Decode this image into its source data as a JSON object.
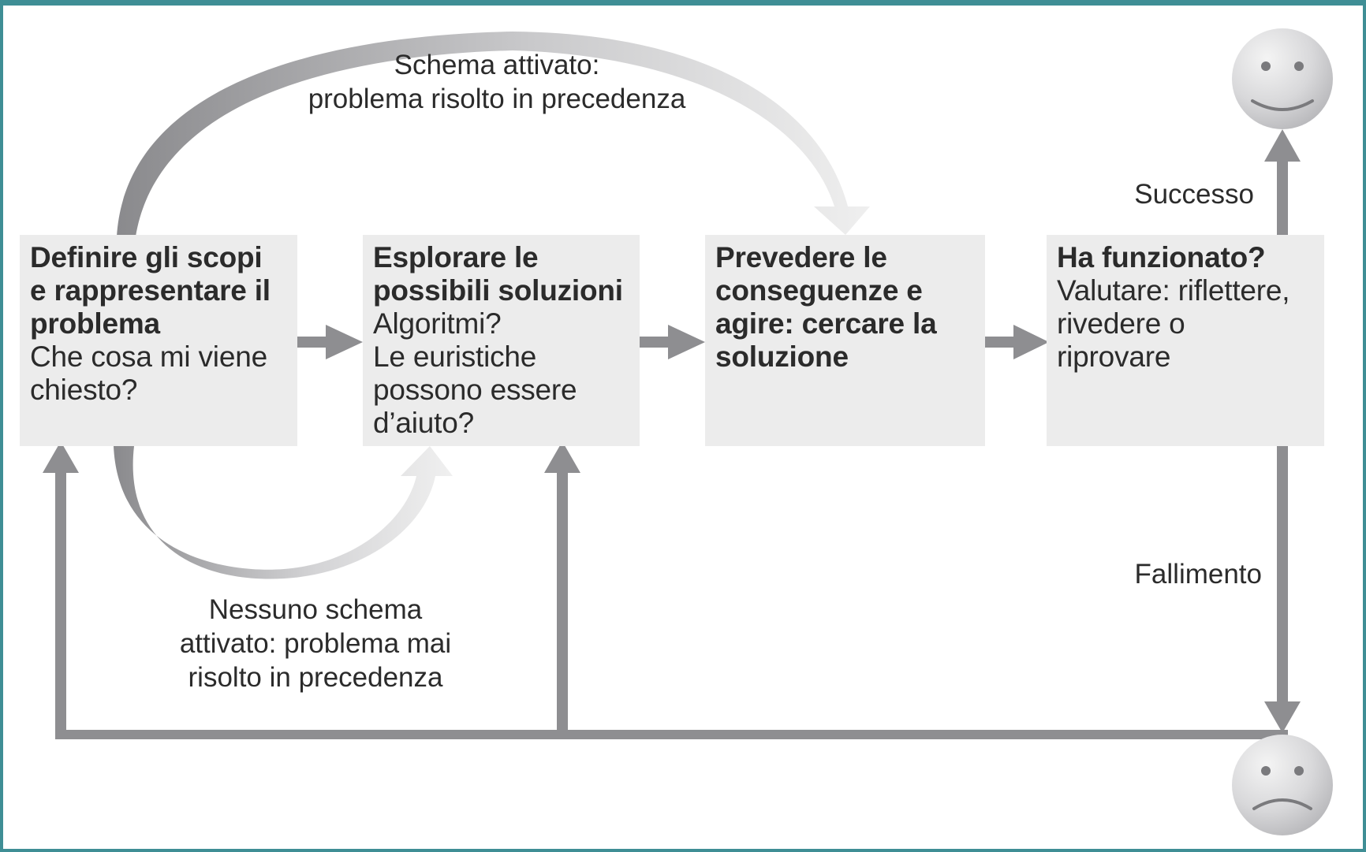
{
  "steps": [
    {
      "title": "Definire gli scopi\ne rappresentare il\nproblema",
      "body": "Che cosa mi viene\nchiesto?"
    },
    {
      "title": "Esplorare le\npossibili soluzioni",
      "body": "Algoritmi?\nLe euristiche\npossono essere\nd’aiuto?"
    },
    {
      "title": "Prevedere le\nconseguenze e\nagire: cercare la\nsoluzione",
      "body": ""
    },
    {
      "title": "Ha funzionato?",
      "body": "Valutare: riflettere,\nrivedere o\nriprovare"
    }
  ],
  "labels": {
    "schema_attivato": "Schema attivato:\nproblema risolto in precedenza",
    "nessuno_schema": "Nessuno schema\nattivato: problema mai\nrisolto in precedenza",
    "successo": "Successo",
    "fallimento": "Fallimento"
  },
  "colors": {
    "arrow": "#8e8e91",
    "box": "#ececec",
    "frame": "#3f8e95",
    "text": "#2b2b2b"
  },
  "icons": [
    "happy-face-icon",
    "sad-face-icon"
  ]
}
